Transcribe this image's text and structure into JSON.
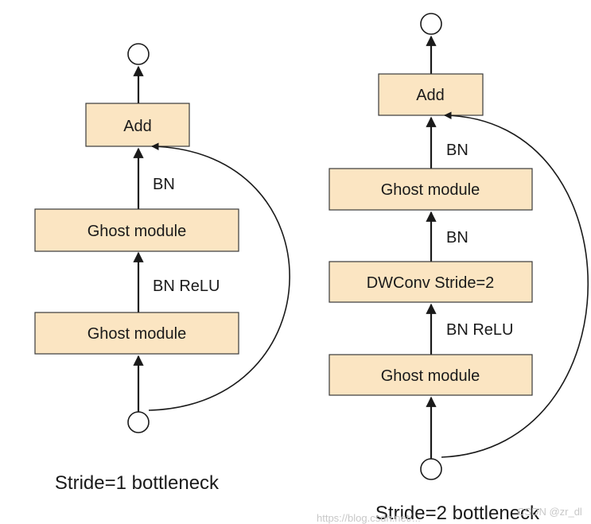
{
  "left_diagram": {
    "add": "Add",
    "ghost_top": "Ghost module",
    "ghost_bottom": "Ghost module",
    "edge_label_top": "BN",
    "edge_label_bottom": "BN ReLU",
    "caption": "Stride=1 bottleneck"
  },
  "right_diagram": {
    "add": "Add",
    "ghost_top": "Ghost module",
    "dwconv": "DWConv Stride=2",
    "ghost_bottom": "Ghost module",
    "edge_label_top": "BN",
    "edge_label_middle": "BN",
    "edge_label_bottom": "BN ReLU",
    "caption": "Stride=2 bottleneck"
  },
  "watermark": "https://blog.csdn.net/...",
  "watermark_right": "CSDN @zr_dl"
}
